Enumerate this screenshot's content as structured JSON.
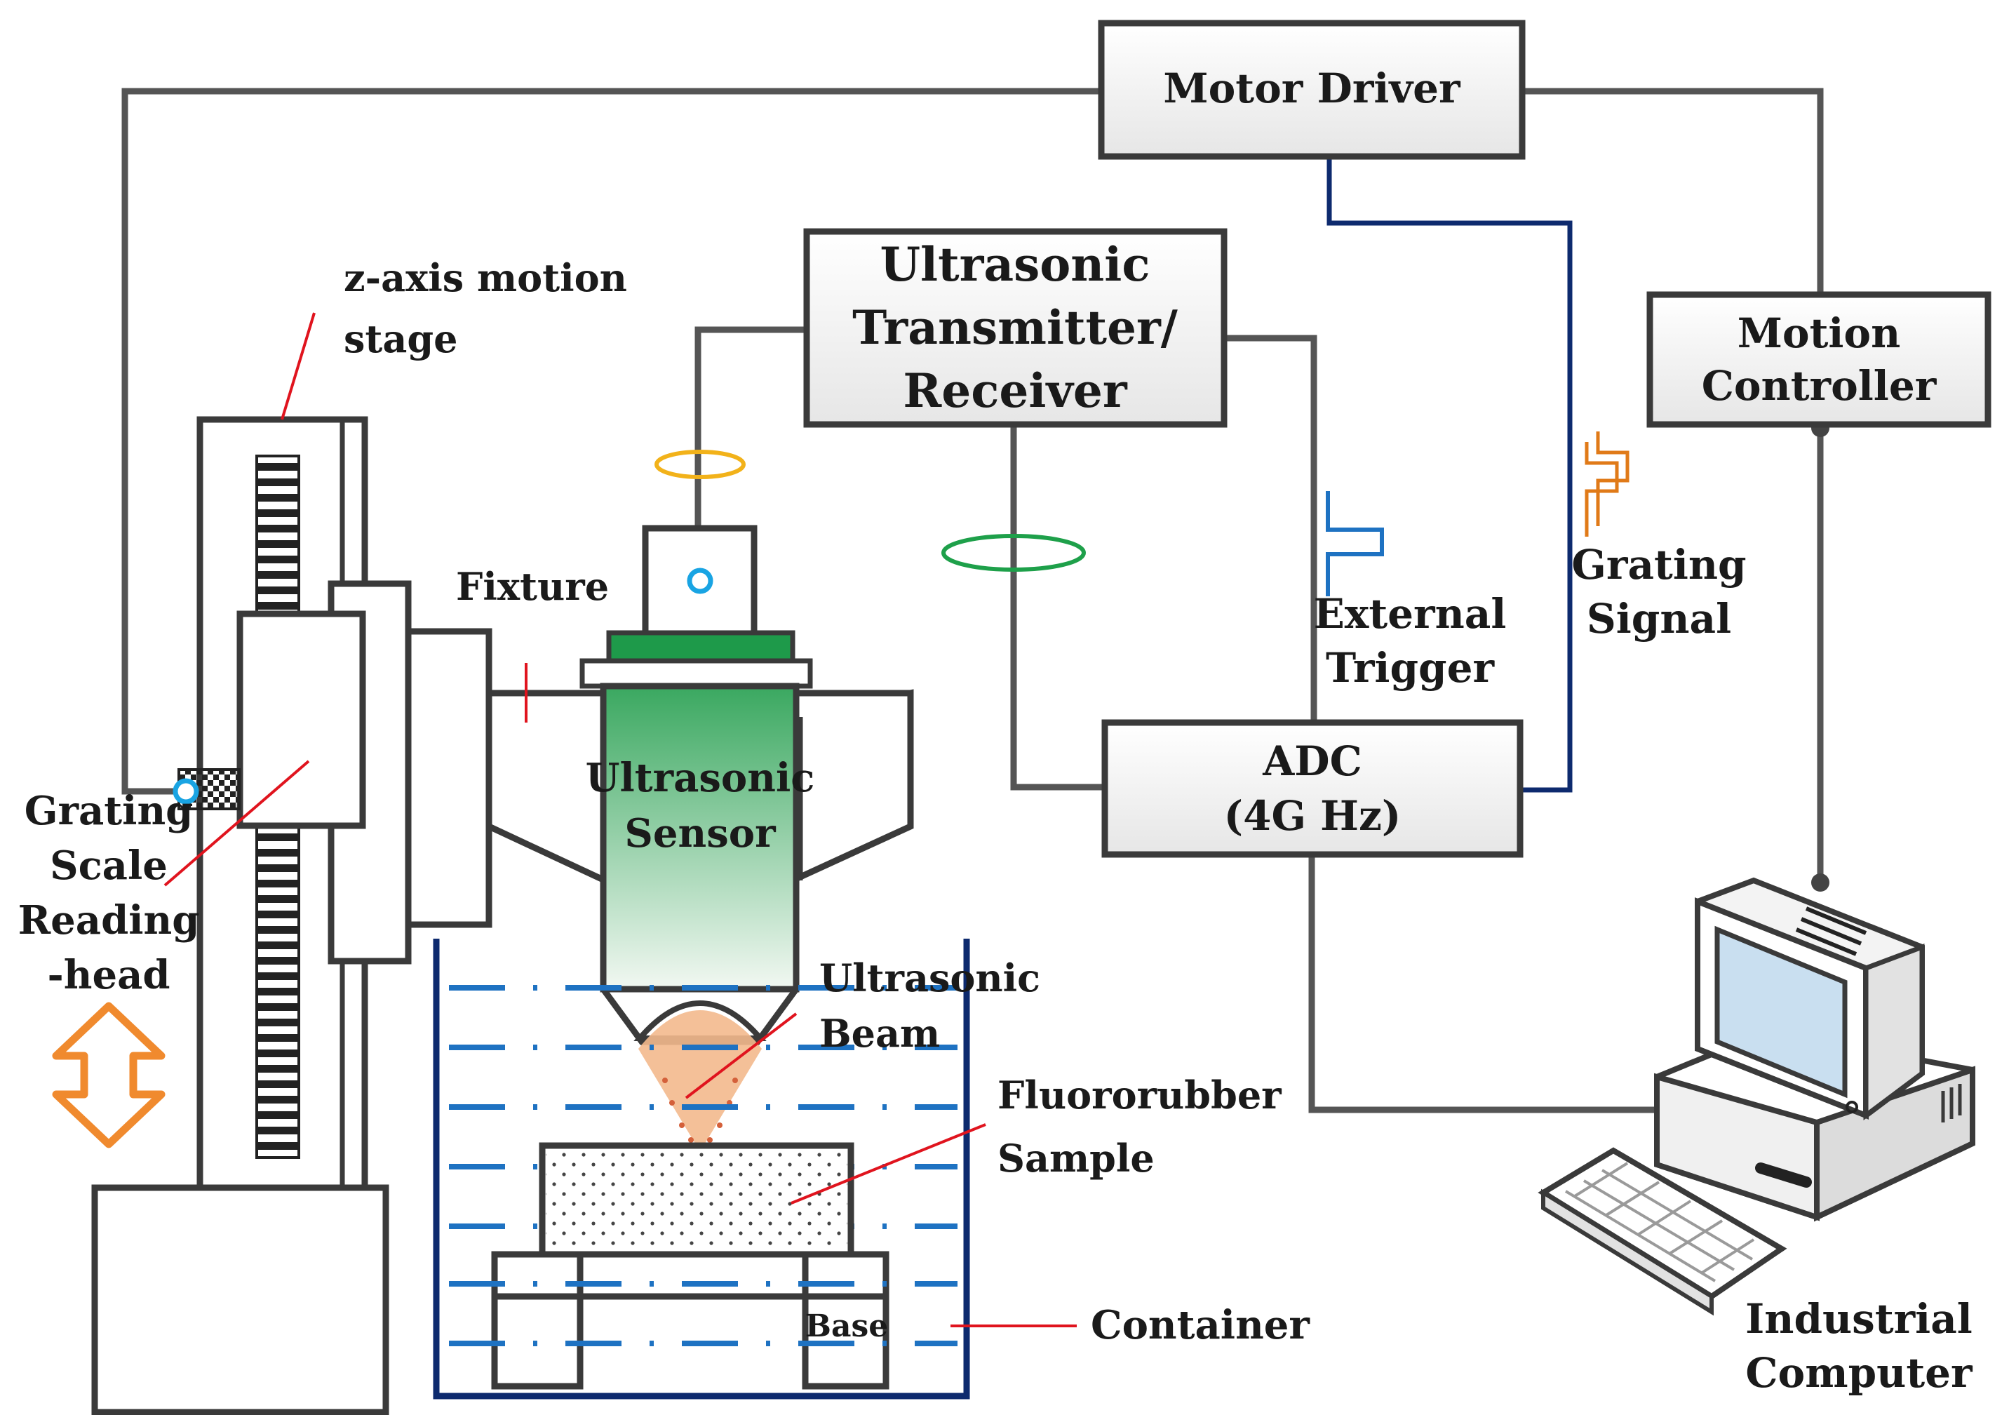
{
  "labels": {
    "motor_driver": "Motor Driver",
    "transceiver_l1": "Ultrasonic",
    "transceiver_l2": "Transmitter/",
    "transceiver_l3": "Receiver",
    "motion_l1": "Motion",
    "motion_l2": "Controller",
    "adc_l1": "ADC",
    "adc_l2": "(4G Hz)",
    "zaxis_l1": "z-axis motion",
    "zaxis_l2": "stage",
    "fixture": "Fixture",
    "sensor_l1": "Ultrasonic",
    "sensor_l2": "Sensor",
    "grating_scale_l1": "Grating",
    "grating_scale_l2": "Scale",
    "grating_scale_l3": "Reading",
    "grating_scale_l4": "-head",
    "beam_l1": "Ultrasonic",
    "beam_l2": "Beam",
    "sample_l1": "Fluororubber",
    "sample_l2": "Sample",
    "base": "Base",
    "container": "Container",
    "trigger_l1": "External",
    "trigger_l2": "Trigger",
    "grating_signal_l1": "Grating",
    "grating_signal_l2": "Signal",
    "computer_l1": "Industrial",
    "computer_l2": "Computer"
  },
  "colors": {
    "box_fill": "#f3f3f3",
    "wire": "#555555",
    "signal_wire": "#0d2a6e",
    "leader": "#e0141e",
    "water": "#1e72c2",
    "sensor_top": "#1e9a4a",
    "beam": "#f3b98d",
    "arrow": "#f08a2e",
    "trigger_pulse": "#1e72c2",
    "grating_pulse": "#e07a18",
    "coil_yellow": "#f2b21a",
    "coil_green": "#1ea04a"
  }
}
